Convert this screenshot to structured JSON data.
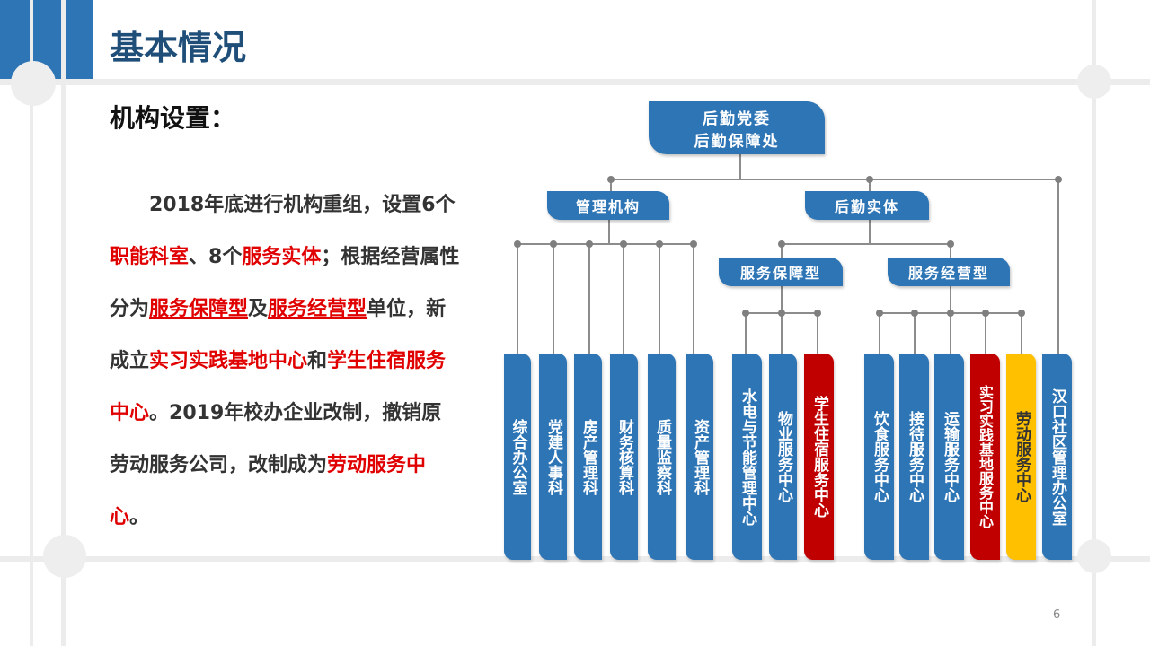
{
  "title": "基本情况",
  "subtitle": "机构设置：",
  "paragraph": {
    "p1": "2018年底进行机构重组，设置6个",
    "r1": "职能科室",
    "p2": "、8个",
    "r2": "服务实体",
    "p3": "；根据经营属性分为",
    "r3": "服务保障型",
    "p4": "及",
    "r4": "服务经营型",
    "p5": "单位，新成立",
    "r5": "实习实践基地中心",
    "p6": "和",
    "r6": "学生住宿服务中心",
    "p7": "。2019年校办企业改制，撤销原劳动服务公司，改制成为",
    "r7": "劳动服务中心",
    "p8": "。"
  },
  "org": {
    "root": {
      "line1": "后勤党委",
      "line2": "后勤保障处"
    },
    "mgmt": "管理机构",
    "entity": "后勤实体",
    "support": "服务保障型",
    "operate": "服务经营型",
    "units": [
      "综合办公室",
      "党建人事科",
      "房产管理科",
      "财务核算科",
      "质量监察科",
      "资产管理科",
      "水电与节能管理中心",
      "物业服务中心",
      "学生住宿服务中心",
      "饮食服务中心",
      "接待服务中心",
      "运输服务中心",
      "实习实践基地服务中心",
      "劳动服务中心",
      "汉口社区管理办公室"
    ]
  },
  "colors": {
    "blue": "#2e75b6",
    "red": "#c00000",
    "yellow": "#ffc000",
    "title": "#1f4e79"
  },
  "page_number": "6"
}
